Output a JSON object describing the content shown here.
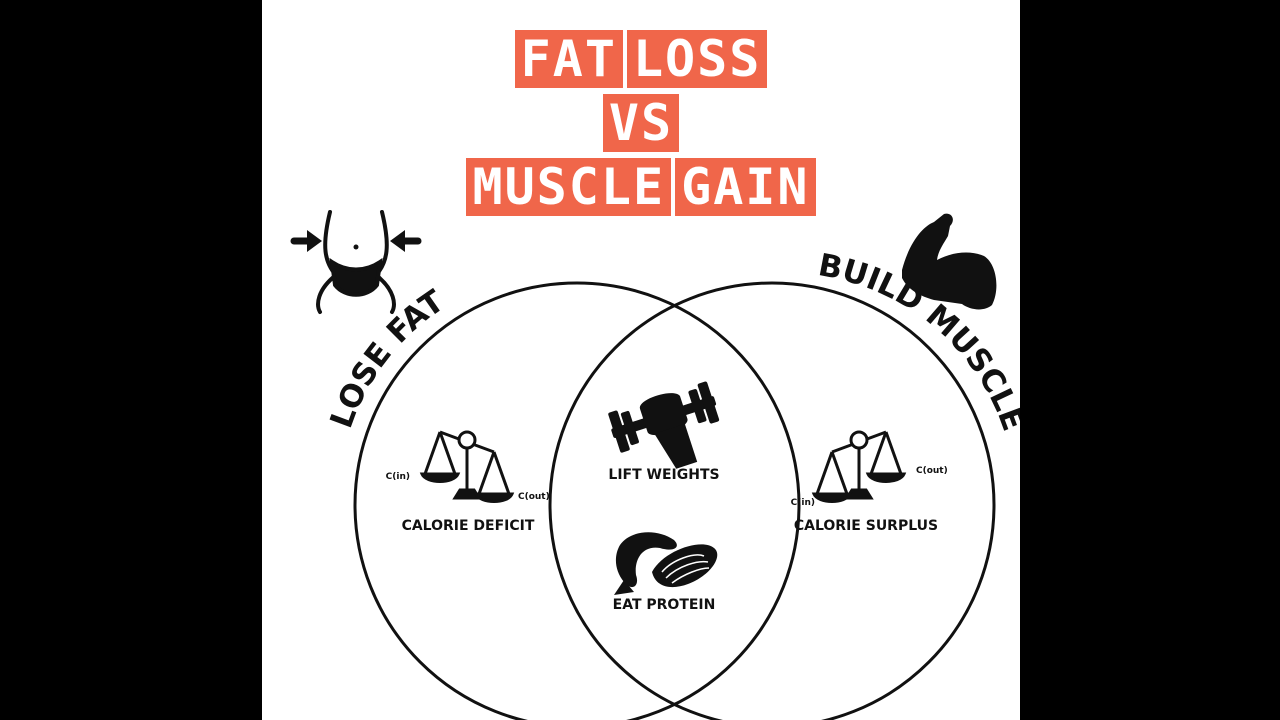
{
  "title": {
    "lines": [
      [
        "FAT",
        "LOSS"
      ],
      [
        "VS"
      ],
      [
        "MUSCLE",
        "GAIN"
      ]
    ]
  },
  "left": {
    "heading": "LOSE FAT",
    "scale_left_label": "C(in)",
    "scale_right_label": "C(out)",
    "caption": "CALORIE DEFICIT"
  },
  "right": {
    "heading": "BUILD MUSCLE",
    "scale_left_label": "C(in)",
    "scale_right_label": "C(out)",
    "caption": "CALORIE SURPLUS"
  },
  "middle": {
    "item1": "LIFT WEIGHTS",
    "item2": "EAT PROTEIN"
  },
  "colors": {
    "title_bg": "#f0664a",
    "title_text": "#ffffff",
    "ink": "#111111",
    "background": "#ffffff",
    "letterbox": "#000000"
  }
}
